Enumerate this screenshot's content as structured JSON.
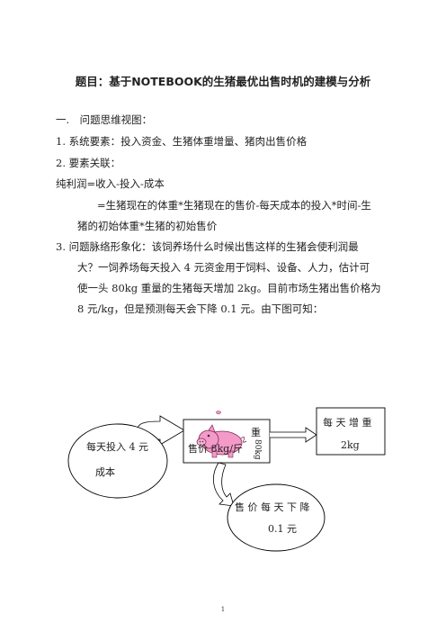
{
  "title": "题目：基于NOTEBOOK的生猪最优出售时机的建模与分析",
  "lines": [
    "一.　问题思维视图：",
    "1. 系统要素：投入资金、生猪体重增量、猪肉出售价格",
    "2. 要素关联：",
    "纯利润=收入-投入-成本",
    "=生猪现在的体重*生猪现在的售价-每天成本的投入*时间-生",
    "猪的初始体重*生猪的初始售价",
    "3. 问题脉络形象化：该饲养场什么时候出售这样的生猪会使利润最",
    "大？一饲养场每天投入 4 元资金用于饲料、设备、人力，估计可",
    "使一头 80kg 重量的生猪每天增加 2kg。目前市场生猪出售价格为",
    "8 元/kg，但是预测每天会下降 0.1 元。由下图可知："
  ],
  "diagram": {
    "left_ellipse": {
      "line1": "每天投入 4 元",
      "line2": "成本"
    },
    "center_box": {
      "weight_char": "重",
      "weight_value": "80kg",
      "price": "售价 8kg/斤"
    },
    "right_box": {
      "line1": "每 天 增 重",
      "line2": "2kg"
    },
    "bottom_ellipse": {
      "line1": "售 价 每 天 下 降",
      "line2": "0.1 元"
    }
  },
  "page_number": "1",
  "colors": {
    "pig_body": "#f49ac9",
    "pig_outline": "#7a2a52",
    "stroke": "#000000"
  }
}
